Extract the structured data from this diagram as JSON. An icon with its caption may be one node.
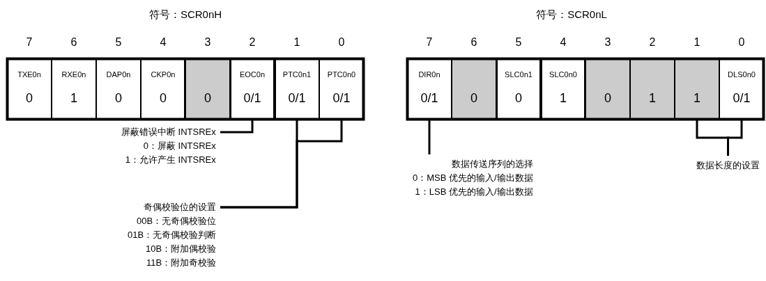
{
  "diagram": {
    "nodes": [
      {
        "text": [
          "TXE0n",
          "0"
        ]
      },
      {
        "text": [
          "RXE0n",
          "1"
        ]
      },
      {
        "text": [
          "DAP0n",
          "0"
        ]
      },
      {
        "text": [
          "CKP0n",
          "0"
        ]
      },
      {
        "text": [
          "0"
        ]
      },
      {
        "text": [
          "EOC0n",
          "0/1"
        ]
      },
      {
        "text": [
          "PTC0n1",
          "0/1"
        ]
      },
      {
        "text": [
          "PTC0n0",
          "0/1"
        ]
      },
      {
        "text": [
          "DIR0n",
          "0/1"
        ]
      },
      {
        "text": [
          "0"
        ]
      },
      {
        "text": [
          "SLC0n1",
          "0"
        ]
      },
      {
        "text": [
          "SLC0n0",
          "1"
        ]
      },
      {
        "text": [
          "0"
        ]
      },
      {
        "text": [
          "1"
        ]
      },
      {
        "text": [
          "1"
        ]
      },
      {
        "text": [
          "DLS0n0",
          "0/1"
        ]
      },
      {
        "text": [
          "屏蔽错误中断 INTSREx",
          "0：屏蔽 INTSREx",
          "1：允许产生 INTSREx"
        ]
      },
      {
        "text": [
          "奇偶校验位的设置",
          "00B：无奇偶校验位",
          "01B：无奇偶校验判断",
          "10B：附加偶校验",
          "11B：附加奇校验"
        ]
      },
      {
        "text": [
          "数据传送序列的选择",
          "0：MSB 优先的输入/输出数据",
          "1：LSB 优先的输入/输出数据"
        ]
      },
      {
        "text": [
          "数据长度的设置"
        ]
      }
    ],
    "edges": [
      {
        "from": 16,
        "to": 5,
        "arrow": "none"
      },
      {
        "from": 17,
        "to": 6,
        "arrow": "none"
      },
      {
        "from": 17,
        "to": 7,
        "arrow": "none"
      },
      {
        "from": 18,
        "to": 8,
        "arrow": "none"
      },
      {
        "from": 19,
        "to": 14,
        "arrow": "none"
      },
      {
        "from": 19,
        "to": 15,
        "arrow": "none"
      }
    ],
    "labels": [
      "符号：SCR0nH",
      "符号：SCR0nL",
      "7",
      "6",
      "5",
      "4",
      "3",
      "2",
      "1",
      "0",
      "7",
      "6",
      "5",
      "4",
      "3",
      "2",
      "1",
      "0"
    ]
  }
}
